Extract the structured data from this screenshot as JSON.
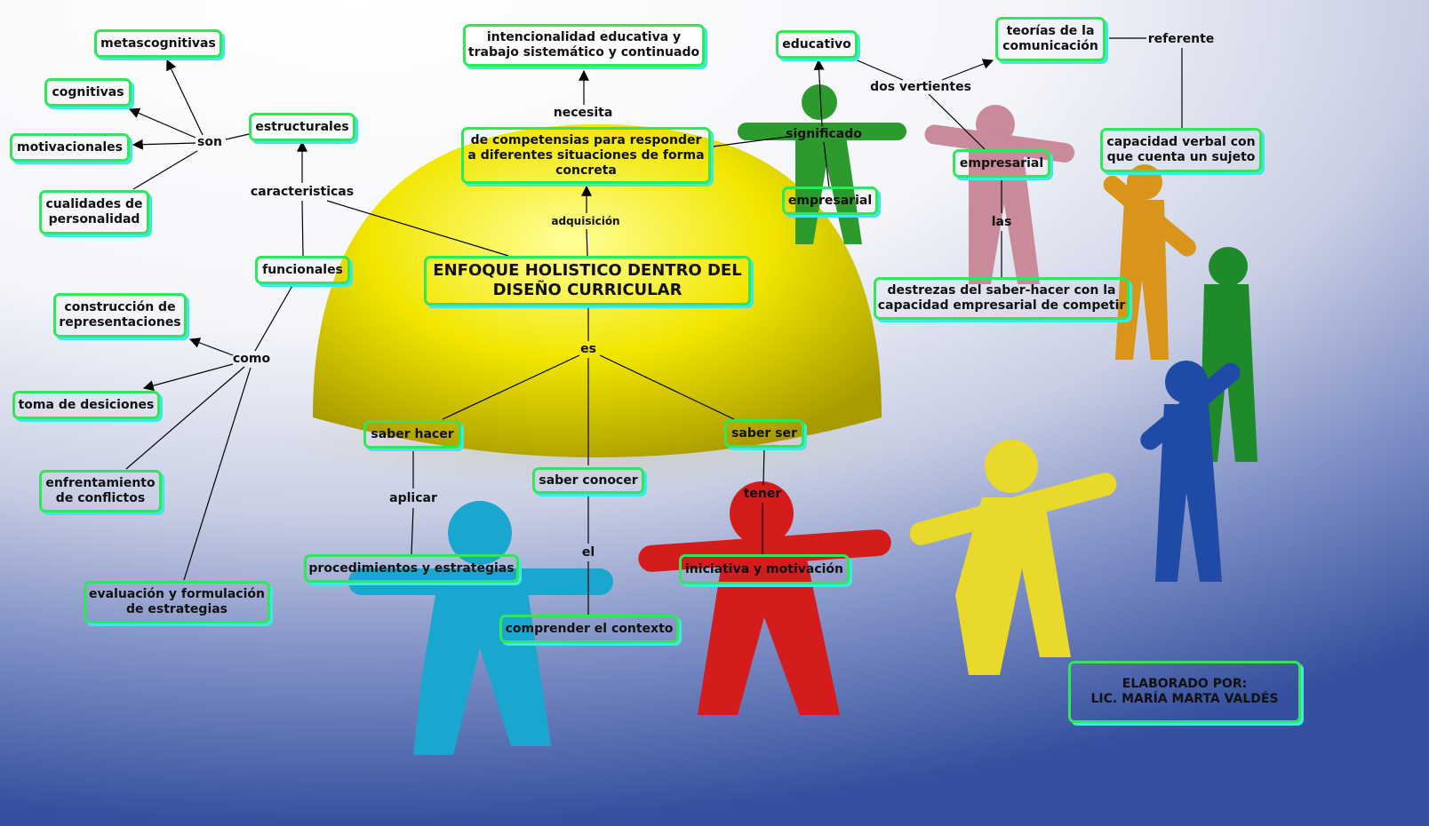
{
  "title": "ENFOQUE HOLISTICO DENTRO DEL DISEÑO CURRICULAR",
  "nodes": {
    "metascognitivas": "metascognitivas",
    "cognitivas": "cognitivas",
    "motivacionales": "motivacionales",
    "cualidades_1": "cualidades de",
    "cualidades_2": "personalidad",
    "estructurales": "estructurales",
    "funcionales": "funcionales",
    "construccion_1": "construcción de",
    "construccion_2": "representaciones",
    "toma": "toma de desiciones",
    "enfrentamiento_1": "enfrentamiento",
    "enfrentamiento_2": "de conflictos",
    "evaluacion_1": "evaluación y formulación",
    "evaluacion_2": "de estrategias",
    "intencionalidad_1": "intencionalidad educativa y",
    "intencionalidad_2": "trabajo sistemático y continuado",
    "competencias_1": "de competensias para responder",
    "competencias_2": "a diferentes situaciones de forma",
    "competencias_3": "concreta",
    "main_1": "ENFOQUE HOLISTICO DENTRO DEL",
    "main_2": "DISEÑO CURRICULAR",
    "educativo": "educativo",
    "teorias_1": "teorías de la",
    "teorias_2": "comunicación",
    "capacidad_1": "capacidad verbal con",
    "capacidad_2": "que cuenta un sujeto",
    "empresarial_a": "empresarial",
    "empresarial_b": "empresarial",
    "destrezas_1": "destrezas del saber-hacer con la",
    "destrezas_2": "capacidad empresarial de competir",
    "saber_hacer": "saber hacer",
    "saber_conocer": "saber conocer",
    "saber_ser": "saber ser",
    "procedimientos": "procedimientos y estrategias",
    "comprender": "comprender el contexto",
    "iniciativa": "iniciativa y motivación",
    "credit_1": "ELABORADO POR:",
    "credit_2": "LIC. MARÍA MARTA VALDÉS"
  },
  "links": {
    "son": "son",
    "caracteristicas": "caracteristicas",
    "como": "como",
    "necesita": "necesita",
    "adquisicion": "adquisición",
    "significado": "significado",
    "dos_vertientes": "dos vertientes",
    "referente": "referente",
    "las": "las",
    "es": "es",
    "aplicar": "aplicar",
    "el": "el",
    "tener": "tener"
  },
  "colors": {
    "border": "#2ee85a",
    "shadow": "#3fe8e0",
    "dome": "#f2e600"
  }
}
